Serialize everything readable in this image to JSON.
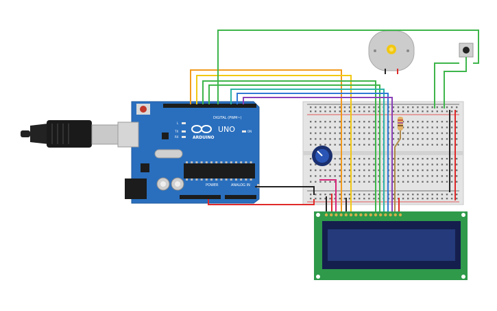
{
  "arduino": {
    "brand": "ARDUINO",
    "model": "UNO",
    "digital_label": "DIGITAL (PWM~)",
    "power_label": "POWER",
    "analog_label": "ANALOG IN",
    "on_label": "ON",
    "l_label": "L",
    "tx_label": "TX",
    "rx_label": "RX",
    "board_color": "#2a6fbe"
  },
  "lcd": {
    "pcb_color": "#2e9a4a",
    "screen_color": "#1f2d6a"
  },
  "wire_colors": {
    "orange": "#f29a1c",
    "yellow": "#f2c812",
    "green": "#3db54a",
    "teal": "#2bb3a6",
    "blue": "#2f78d6",
    "purple": "#8a3fb8",
    "red": "#e02828",
    "black": "#222222",
    "magenta": "#d6257a",
    "brown": "#b08a4a"
  },
  "components": [
    "usb-cable",
    "arduino-uno",
    "breadboard",
    "dc-motor",
    "pushbutton",
    "potentiometer",
    "resistor",
    "lcd-16x2"
  ]
}
